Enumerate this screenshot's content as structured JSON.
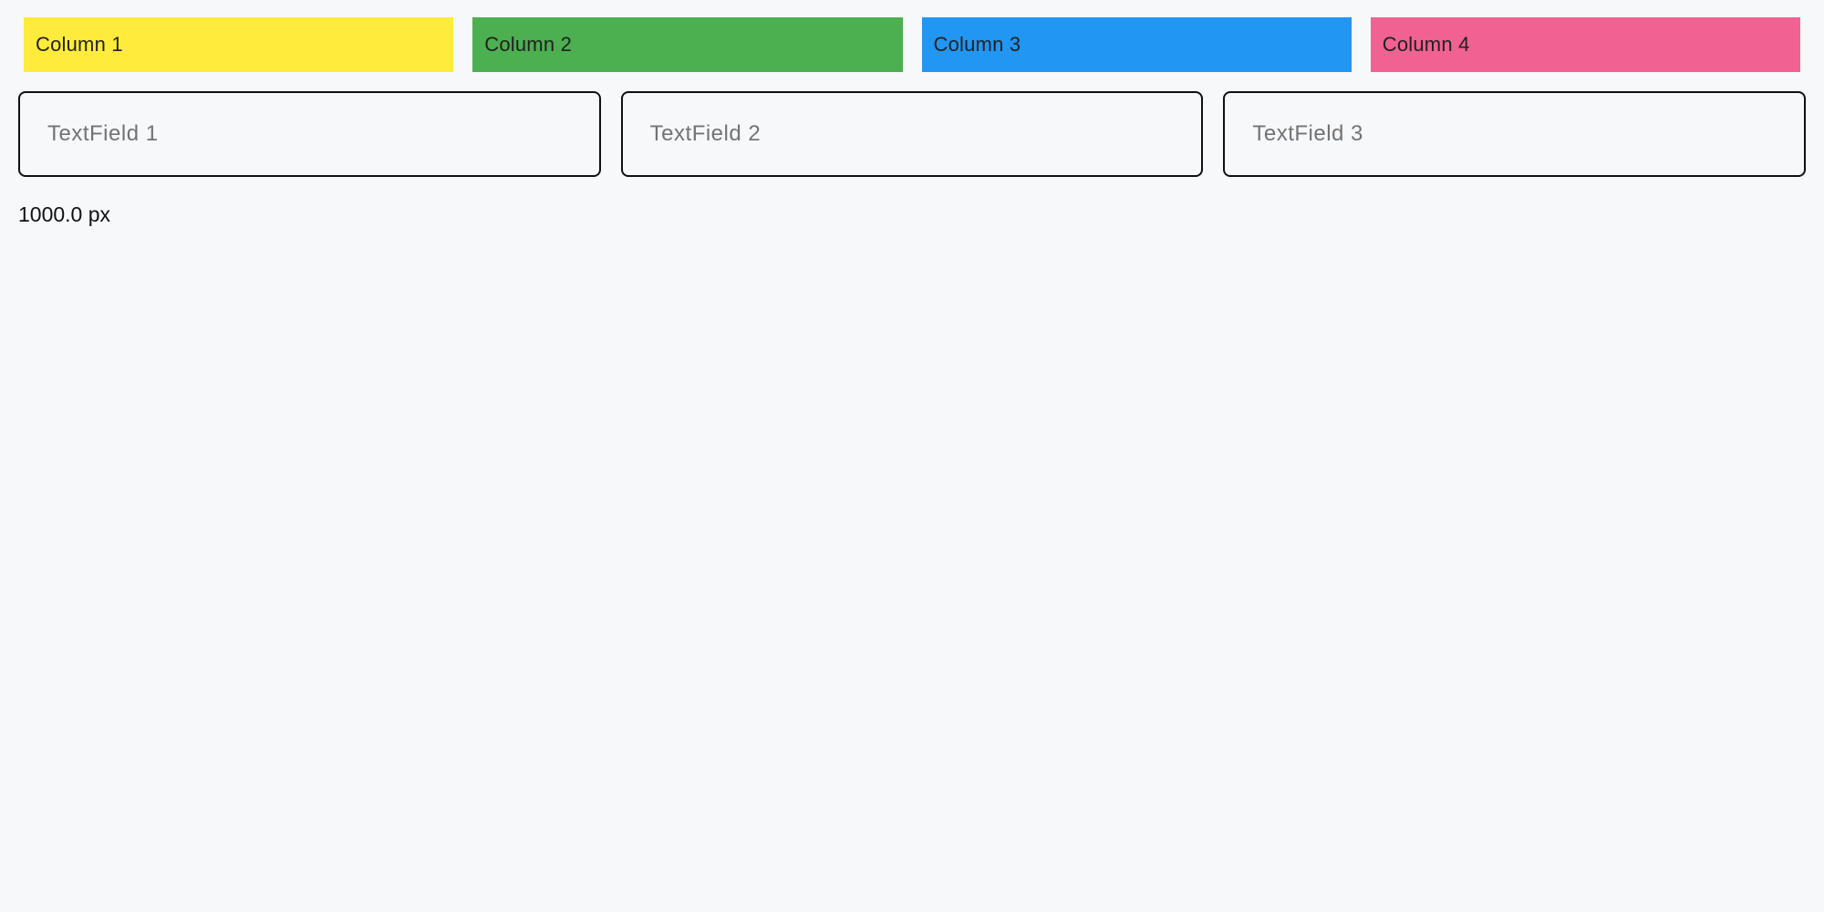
{
  "page": {
    "background": "#f7f8fa",
    "width_label": "1000.0 px"
  },
  "columns": [
    {
      "label": "Column 1",
      "color": "#ffeb3b"
    },
    {
      "label": "Column 2",
      "color": "#4caf50"
    },
    {
      "label": "Column 3",
      "color": "#2196f3"
    },
    {
      "label": "Column 4",
      "color": "#f06292"
    }
  ],
  "textfields": [
    {
      "placeholder": "TextField 1"
    },
    {
      "placeholder": "TextField 2"
    },
    {
      "placeholder": "TextField 3"
    }
  ]
}
